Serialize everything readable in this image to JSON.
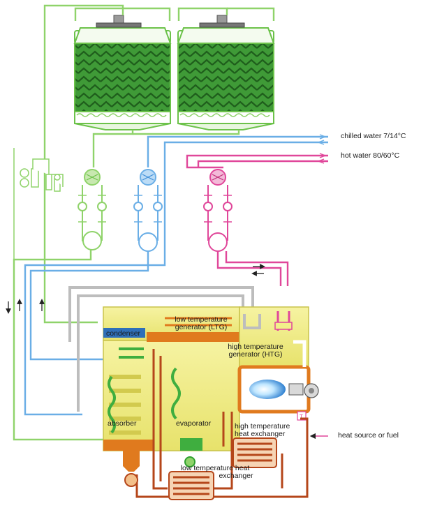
{
  "labels": {
    "chilled_water": "chilled water",
    "chilled_water_temp": "7/14°C",
    "hot_water": "hot water",
    "hot_water_temp": "80/60°C",
    "condenser": "condenser",
    "ltg_line1": "low temperature",
    "ltg_line2": "generator (LTG)",
    "htg_line1": "high temperature",
    "htg_line2": "generator (HTG)",
    "absorber": "absorber",
    "evaporator": "evaporator",
    "hthx_line1": "high temperature",
    "hthx_line2": "heat exchanger",
    "lthx_line1": "low temperature heat",
    "lthx_line2": "exchanger",
    "heat_source": "heat source or fuel",
    "gauge_mark": "T"
  },
  "colors": {
    "cooling_water": "#8fd36a",
    "chilled_water": "#6aaee6",
    "hot_water": "#e0479a",
    "solution": "#b5461a",
    "refrigerant": "#2fa02f",
    "vessel_fill": "#f2ef8a",
    "tower_fill": "#3f9a37",
    "steam": "#c8c8c8"
  },
  "icons": [
    "fan-icon",
    "pump-icon",
    "valve-icon",
    "burner-icon",
    "strainer-icon",
    "arrow-icon"
  ]
}
